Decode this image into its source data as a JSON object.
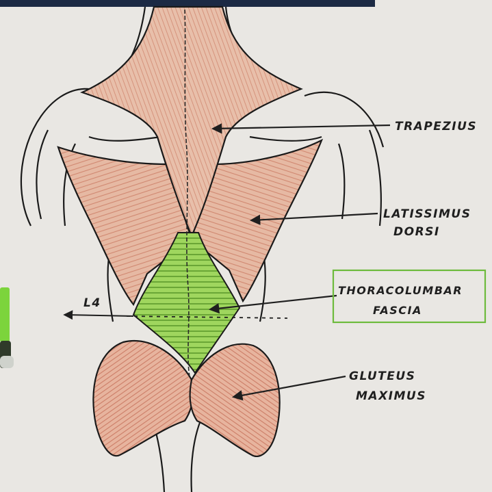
{
  "labels": {
    "trapezius": "TRAPEZIUS",
    "latissimus_line1": "LATISSIMUS",
    "latissimus_line2": "DORSI",
    "thoracolumbar_line1": "THORACOLUMBAR",
    "thoracolumbar_line2": "FASCIA",
    "gluteus_line1": "GLUTEUS",
    "gluteus_line2": "MAXIMUS",
    "level_marker": "L4"
  },
  "colors": {
    "paper": "#e9e7e3",
    "muscle": "#e4b6a0",
    "muscle_stripes": "#c97a61",
    "fascia": "#9bd35a",
    "fascia_stripes": "#5a9a2a",
    "box_border": "#6dbb3c",
    "top_bar": "#1c2a44",
    "marker": "#7cd43c"
  },
  "icons": [
    "arrow-trapezius-icon",
    "arrow-latissimus-icon",
    "arrow-fascia-icon",
    "arrow-gluteus-icon",
    "arrow-l4-icon"
  ]
}
